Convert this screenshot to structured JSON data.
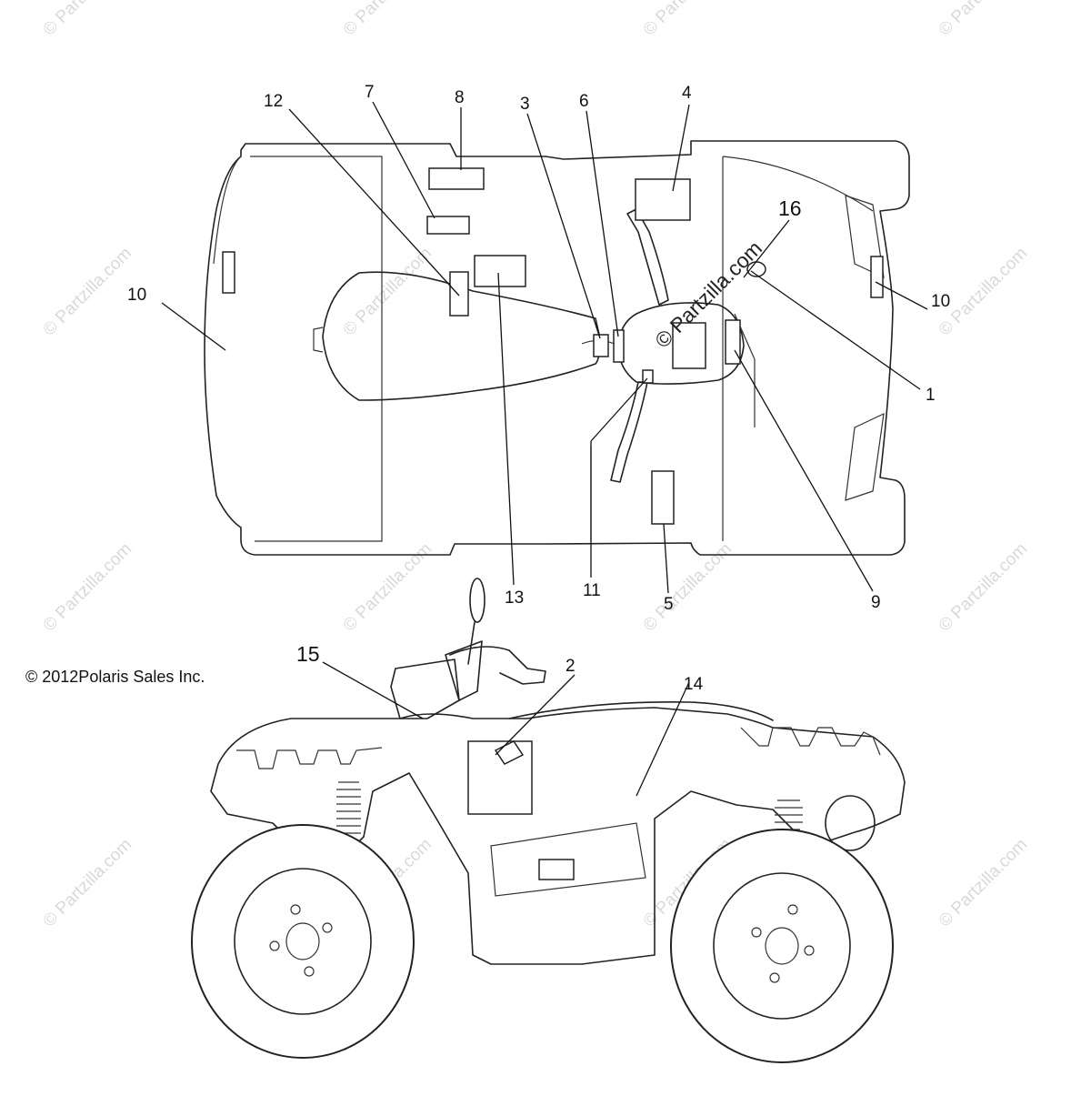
{
  "copyright": "© 2012Polaris Sales Inc.",
  "watermark_text": "© Partzilla.com",
  "callouts": [
    {
      "key": "c1",
      "label": "1"
    },
    {
      "key": "c2",
      "label": "2"
    },
    {
      "key": "c3",
      "label": "3"
    },
    {
      "key": "c4",
      "label": "4"
    },
    {
      "key": "c5",
      "label": "5"
    },
    {
      "key": "c6",
      "label": "6"
    },
    {
      "key": "c7",
      "label": "7"
    },
    {
      "key": "c8",
      "label": "8"
    },
    {
      "key": "c9",
      "label": "9"
    },
    {
      "key": "c10a",
      "label": "10"
    },
    {
      "key": "c10b",
      "label": "10"
    },
    {
      "key": "c11",
      "label": "11"
    },
    {
      "key": "c12",
      "label": "12"
    },
    {
      "key": "c13",
      "label": "13"
    },
    {
      "key": "c14",
      "label": "14"
    },
    {
      "key": "c15",
      "label": "15"
    },
    {
      "key": "c16",
      "label": "16"
    }
  ]
}
